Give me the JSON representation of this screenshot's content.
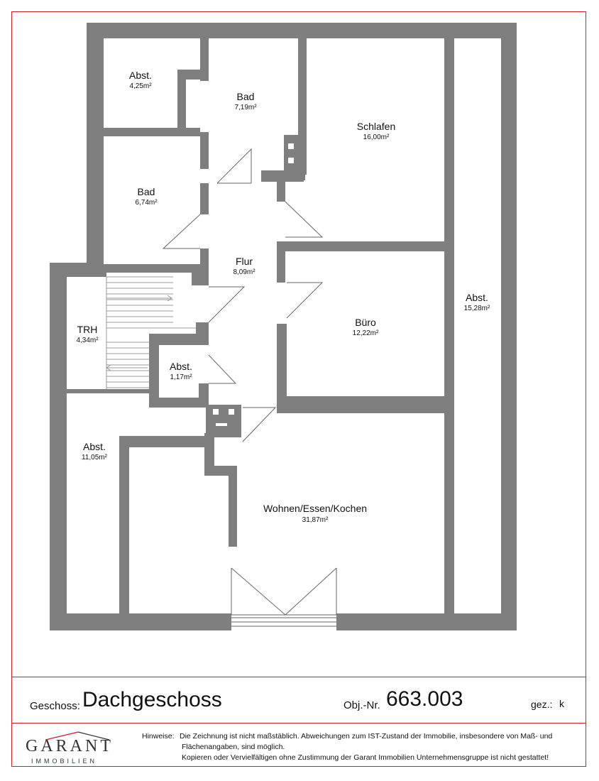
{
  "plan": {
    "rooms": [
      {
        "id": "abst-1",
        "name": "Abst.",
        "area": "4,25m²"
      },
      {
        "id": "bad-1",
        "name": "Bad",
        "area": "7,19m²"
      },
      {
        "id": "schlafen",
        "name": "Schlafen",
        "area": "16,00m²"
      },
      {
        "id": "bad-2",
        "name": "Bad",
        "area": "6,74m²"
      },
      {
        "id": "flur",
        "name": "Flur",
        "area": "8,09m²"
      },
      {
        "id": "trh",
        "name": "TRH",
        "area": "4,34m²"
      },
      {
        "id": "abst-2",
        "name": "Abst.",
        "area": "1,17m²"
      },
      {
        "id": "buero",
        "name": "Büro",
        "area": "12,22m²"
      },
      {
        "id": "abst-3",
        "name": "Abst.",
        "area": "15,28m²"
      },
      {
        "id": "abst-4",
        "name": "Abst.",
        "area": "11,05m²"
      },
      {
        "id": "wohnen",
        "name": "Wohnen/Essen/Kochen",
        "area": "31,87m²"
      }
    ],
    "wall_color": "#7f7f7f",
    "border_color": "#d41f26"
  },
  "footer": {
    "geschoss_label": "Geschoss:",
    "geschoss_value": "Dachgeschoss",
    "obj_label": "Obj.-Nr.",
    "obj_value": "663.003",
    "gez_label": "gez.:",
    "gez_value": "k",
    "logo_name": "GARANT",
    "logo_sub": "IMMOBILIEN",
    "hinweis_label": "Hinweise:",
    "hinweis_line1": "Die Zeichnung ist nicht maßstäblich. Abweichungen zum IST-Zustand der Immobilie, insbesondere von Maß- und",
    "hinweis_line2": "Flächenangaben, sind möglich.",
    "hinweis_line3": "Kopieren oder Vervielfältigen ohne Zustimmung der Garant Immobilien Unternehmensgruppe ist nicht gestattet!"
  }
}
